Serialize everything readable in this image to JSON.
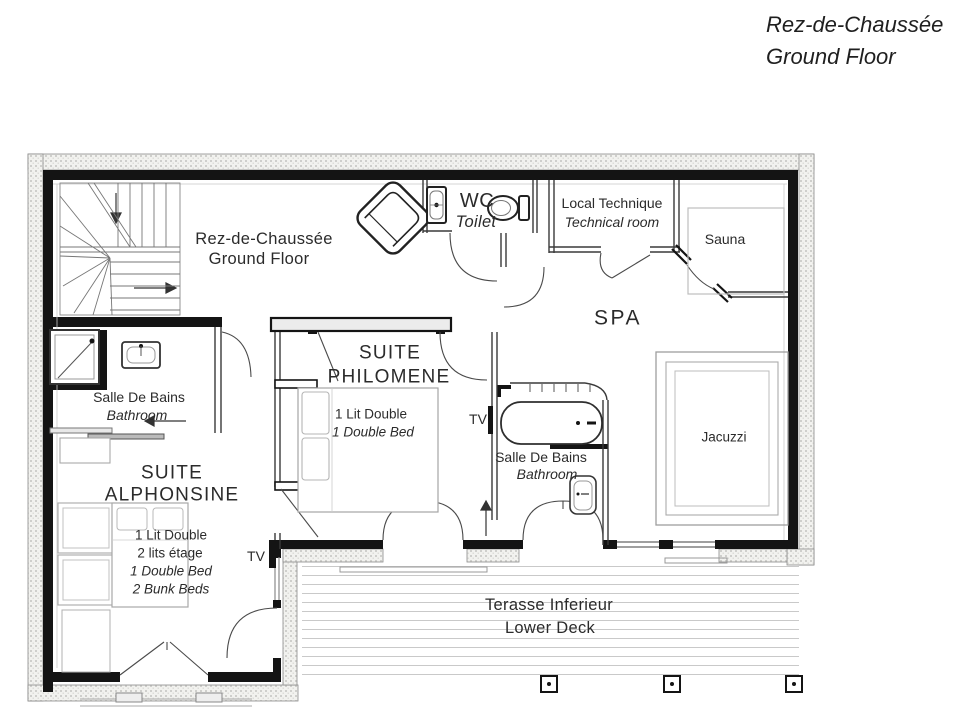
{
  "header": {
    "title_fr": "Rez-de-Chaussée",
    "title_en": "Ground Floor"
  },
  "plan": {
    "floor_label_fr": "Rez-de-Chaussée",
    "floor_label_en": "Ground Floor",
    "wc_fr": "WC",
    "wc_en": "Toilet",
    "technical_fr": "Local Technique",
    "technical_en": "Technical room",
    "sauna": "Sauna",
    "spa": "SPA",
    "jacuzzi": "Jacuzzi",
    "bathroom_fr": "Salle De Bains",
    "bathroom_en": "Bathroom",
    "tv": "TV",
    "suite_philomene_line1": "SUITE",
    "suite_philomene_line2": "PHILOMENE",
    "philomene_beds_fr": "1 Lit Double",
    "philomene_beds_en": "1 Double Bed",
    "suite_alphonsine_line1": "SUITE",
    "suite_alphonsine_line2": "ALPHONSINE",
    "alphonsine_beds_fr1": "1 Lit Double",
    "alphonsine_beds_fr2": "2 lits étage",
    "alphonsine_beds_en1": "1 Double Bed",
    "alphonsine_beds_en2": "2 Bunk Beds",
    "terrace_fr": "Terasse Inferieur",
    "terrace_en": "Lower Deck"
  },
  "colors": {
    "wall": "#141414",
    "partition": "#3a3a3a",
    "furniture": "#9a9a9a",
    "hatch_dot": "#cfcfcc",
    "deck_line": "#c9c9c9",
    "text": "#2b2b2b"
  }
}
